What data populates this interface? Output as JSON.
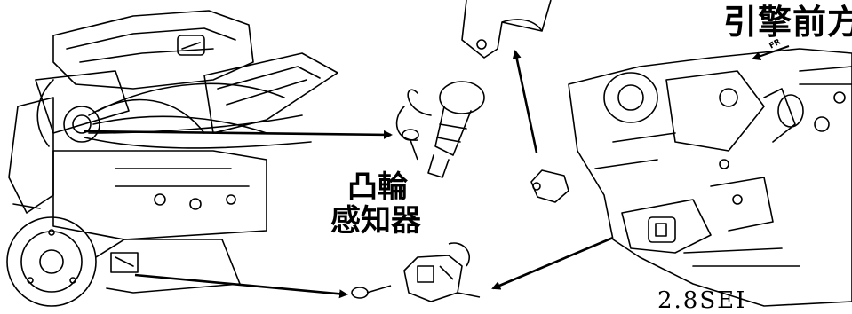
{
  "labels": {
    "engine_front": "引擎前方",
    "front_marker": "FR",
    "cam_sensor_line1": "凸輪",
    "cam_sensor_line2": "感知器",
    "engine_code": "2.8SEI"
  },
  "icons": {
    "engine": "engine-illustration-icon",
    "sensor": "sensor-icon",
    "bolt": "bolt-icon",
    "arrow": "arrow-icon"
  },
  "colors": {
    "line": "#000000",
    "background": "#ffffff"
  }
}
